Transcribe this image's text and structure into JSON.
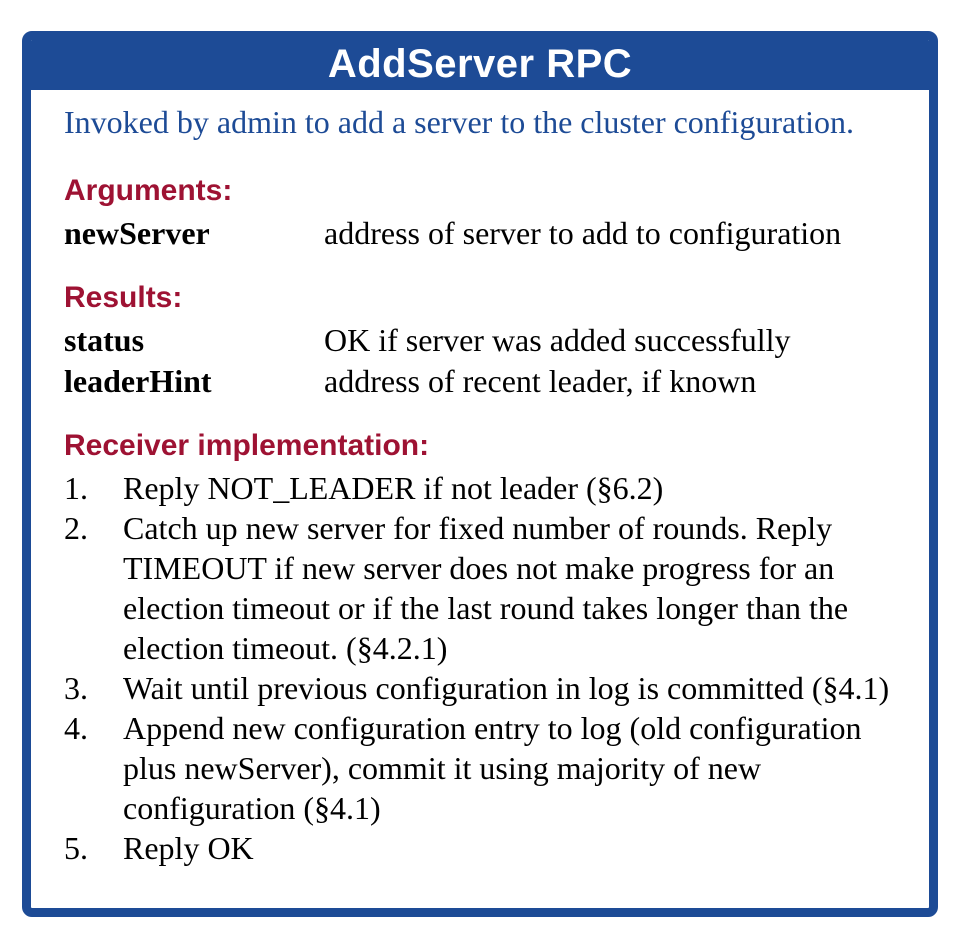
{
  "title": "AddServer RPC",
  "description": "Invoked by admin to add a server to the cluster configuration.",
  "colors": {
    "titlebar_and_border_blue": "#1d4b96",
    "heading_red": "#9e1233",
    "description_blue": "#1d4b96",
    "body_black": "#000000",
    "background_white": "#ffffff"
  },
  "sections": [
    {
      "heading": "Arguments:",
      "rows": [
        {
          "term": "newServer",
          "definition": "address of server to add to configuration"
        }
      ]
    },
    {
      "heading": "Results:",
      "rows": [
        {
          "term": "status",
          "definition": "OK if server was added successfully"
        },
        {
          "term": "leaderHint",
          "definition": "address of recent leader, if known"
        }
      ]
    }
  ],
  "implementation": {
    "heading": "Receiver implementation:",
    "steps": [
      {
        "num": "1.",
        "text": "Reply NOT_LEADER if not leader (§6.2)"
      },
      {
        "num": "2.",
        "text": "Catch up new server for fixed number of rounds. Reply TIMEOUT if new server does not make progress for an election timeout or if the last round takes longer than the election timeout. (§4.2.1)"
      },
      {
        "num": "3.",
        "text": "Wait until previous configuration in log is committed (§4.1)"
      },
      {
        "num": "4.",
        "text": "Append new configuration entry to log (old configuration plus newServer), commit it using majority of new configuration (§4.1)"
      },
      {
        "num": "5.",
        "text": "Reply OK"
      }
    ]
  }
}
